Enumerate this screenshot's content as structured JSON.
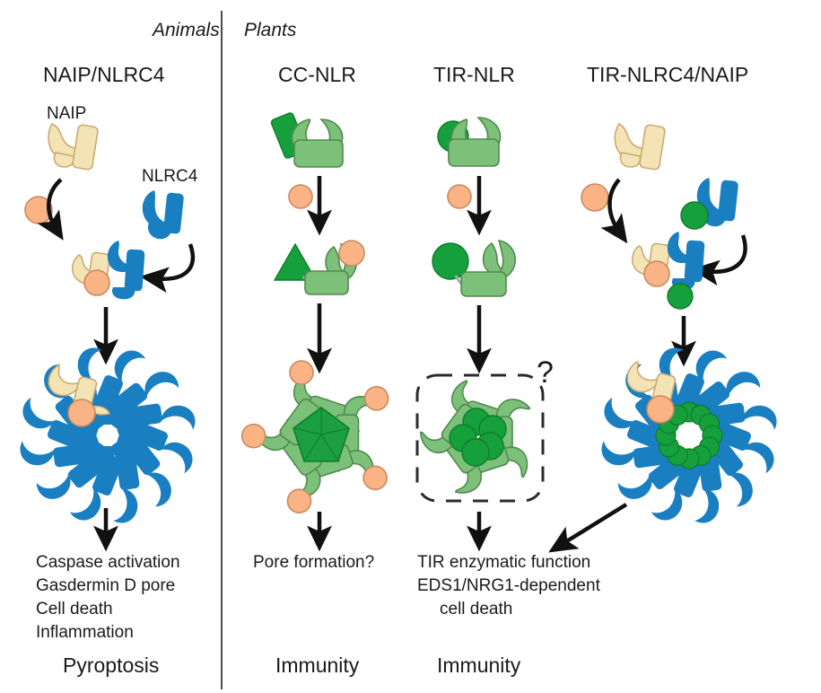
{
  "figure": {
    "kingdoms": [
      {
        "name": "animals-label",
        "text": "Animals"
      },
      {
        "name": "plants-label",
        "text": "Plants"
      }
    ],
    "columns": [
      {
        "id": "naip-nlrc4",
        "title": "NAIP/NLRC4",
        "protein_labels": [
          "NAIP",
          "NLRC4"
        ],
        "outcome_lines": [
          "Caspase activation",
          "Gasdermin D pore",
          "Cell death",
          "Inflammation"
        ],
        "final_label": "Pyroptosis"
      },
      {
        "id": "cc-nlr",
        "title": "CC-NLR",
        "protein_labels": [],
        "outcome_lines": [
          "Pore formation?"
        ],
        "final_label": "Immunity"
      },
      {
        "id": "tir-nlr",
        "title": "TIR-NLR",
        "protein_labels": [],
        "uncertainty_marker": "?",
        "outcome_lines": [
          "TIR enzymatic function",
          "EDS1/NRG1-dependent",
          "cell death"
        ],
        "final_label": "Immunity"
      },
      {
        "id": "tir-nlrc4-naip",
        "title": "TIR-NLRC4/NAIP",
        "protein_labels": [],
        "outcome_lines": [],
        "final_label": ""
      }
    ],
    "colors": {
      "naip_tan": "#f4e3b5",
      "naip_tan_stroke": "#c9ab72",
      "nlrc4_blue": "#1a7fc1",
      "ligand_orange": "#f9b384",
      "ligand_orange_stroke": "#c98a5e",
      "nlr_light_green": "#7cc07a",
      "nlr_light_green_stroke": "#4f8a4d",
      "tir_dark_green": "#16a03c",
      "tir_dark_green_stroke": "#0f7c2c",
      "arrow_black": "#111111",
      "divider_gray": "#4a4a4a",
      "text_black": "#1a1a1a"
    }
  }
}
